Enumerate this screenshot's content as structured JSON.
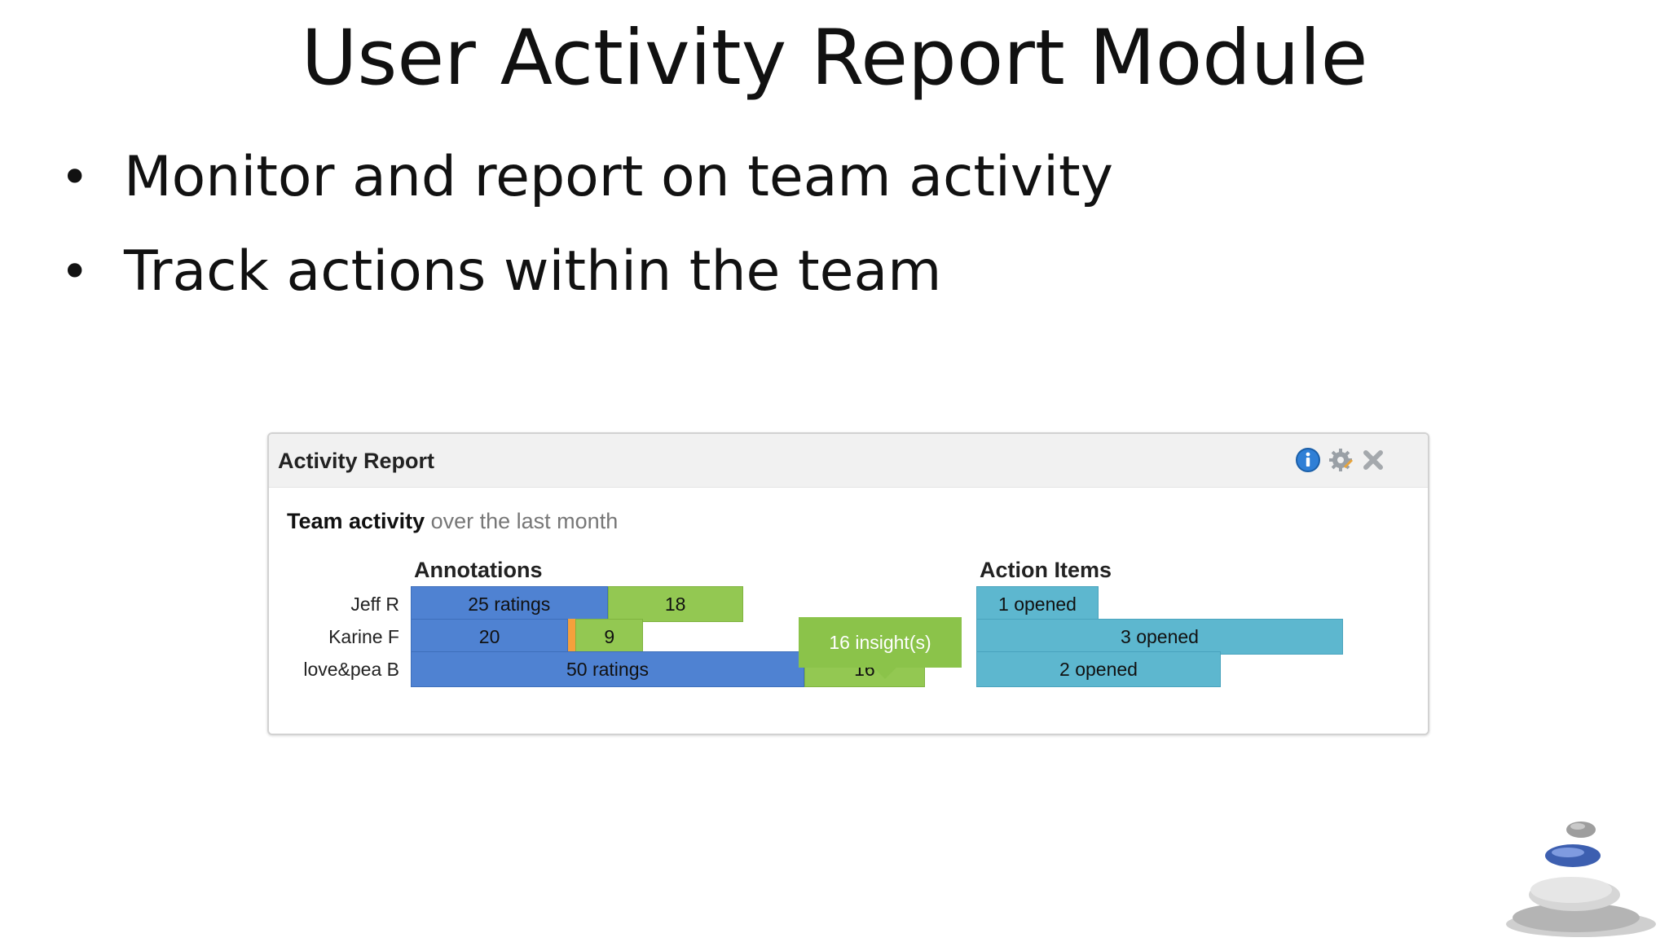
{
  "slide": {
    "title": "User Activity Report Module",
    "bullets": [
      "Monitor and report on team activity",
      "Track actions within the team"
    ]
  },
  "widget": {
    "title": "Activity Report",
    "tools": [
      "info-icon",
      "gear-icon",
      "close-icon"
    ],
    "subtitle_strong": "Team activity",
    "subtitle_rest": " over the last month",
    "annotations_header": "Annotations",
    "action_items_header": "Action Items",
    "tooltip": "16 insight(s)",
    "colors": {
      "ratings": "#4f82d2",
      "insights": "#93c852",
      "accent": "#f5a03c",
      "action": "#5db7cf"
    },
    "rows": [
      {
        "user": "Jeff R",
        "ratings": {
          "value": 25,
          "label": "25 ratings"
        },
        "insights": {
          "value": 18,
          "label": "18"
        },
        "accent": 0,
        "action": {
          "value": 1,
          "label": "1 opened"
        }
      },
      {
        "user": "Karine F",
        "ratings": {
          "value": 20,
          "label": "20"
        },
        "insights": {
          "value": 9,
          "label": "9"
        },
        "accent": 1,
        "action": {
          "value": 3,
          "label": "3 opened"
        }
      },
      {
        "user": "love&pea B",
        "ratings": {
          "value": 50,
          "label": "50 ratings"
        },
        "insights": {
          "value": 16,
          "label": "16"
        },
        "accent": 0,
        "action": {
          "value": 2,
          "label": "2 opened"
        }
      }
    ]
  }
}
